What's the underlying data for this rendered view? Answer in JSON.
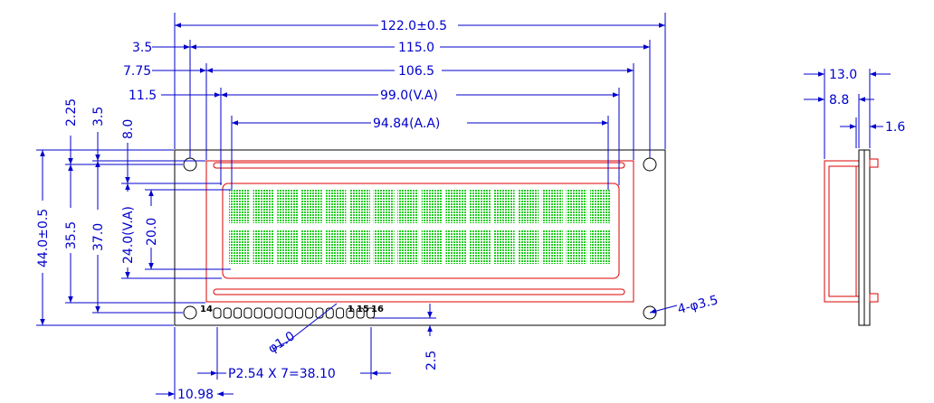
{
  "front_view": {
    "dim_width_total": "122.0±0.5",
    "dim_hole_pitch": "115.0",
    "dim_bezel": "106.5",
    "dim_va": "99.0(V.A)",
    "dim_aa": "94.84(A.A)",
    "dim_left_3_5": "3.5",
    "dim_left_7_75": "7.75",
    "dim_left_11_5": "11.5",
    "dim_top_2_25": "2.25",
    "dim_top_3_5": "3.5",
    "dim_top_8_0": "8.0",
    "dim_height_total": "44.0±0.5",
    "dim_hole_v": "35.5",
    "dim_bezel_v": "37.0",
    "dim_va_v": "24.0(V.A)",
    "dim_aa_v": "20.0",
    "pin_label_14": "14",
    "pin_label_1": "1",
    "pin_label_15": "15",
    "pin_label_16": "16",
    "dim_pin_dia": "φ1.0",
    "dim_hole_dia": "4-φ3.5",
    "dim_pin_offset": "2.5",
    "dim_pin_pitch": "P2.54  X  7=38.10",
    "dim_pin_start": "10.98",
    "char_columns": 16,
    "char_rows": 2,
    "display_color": "#22cc22",
    "line_color": "#0000cc",
    "outline_color": "#000000",
    "bezel_color": "#dd0000"
  },
  "side_view": {
    "dim_depth_total": "13.0",
    "dim_module": "8.8",
    "dim_pcb": "1.6"
  }
}
